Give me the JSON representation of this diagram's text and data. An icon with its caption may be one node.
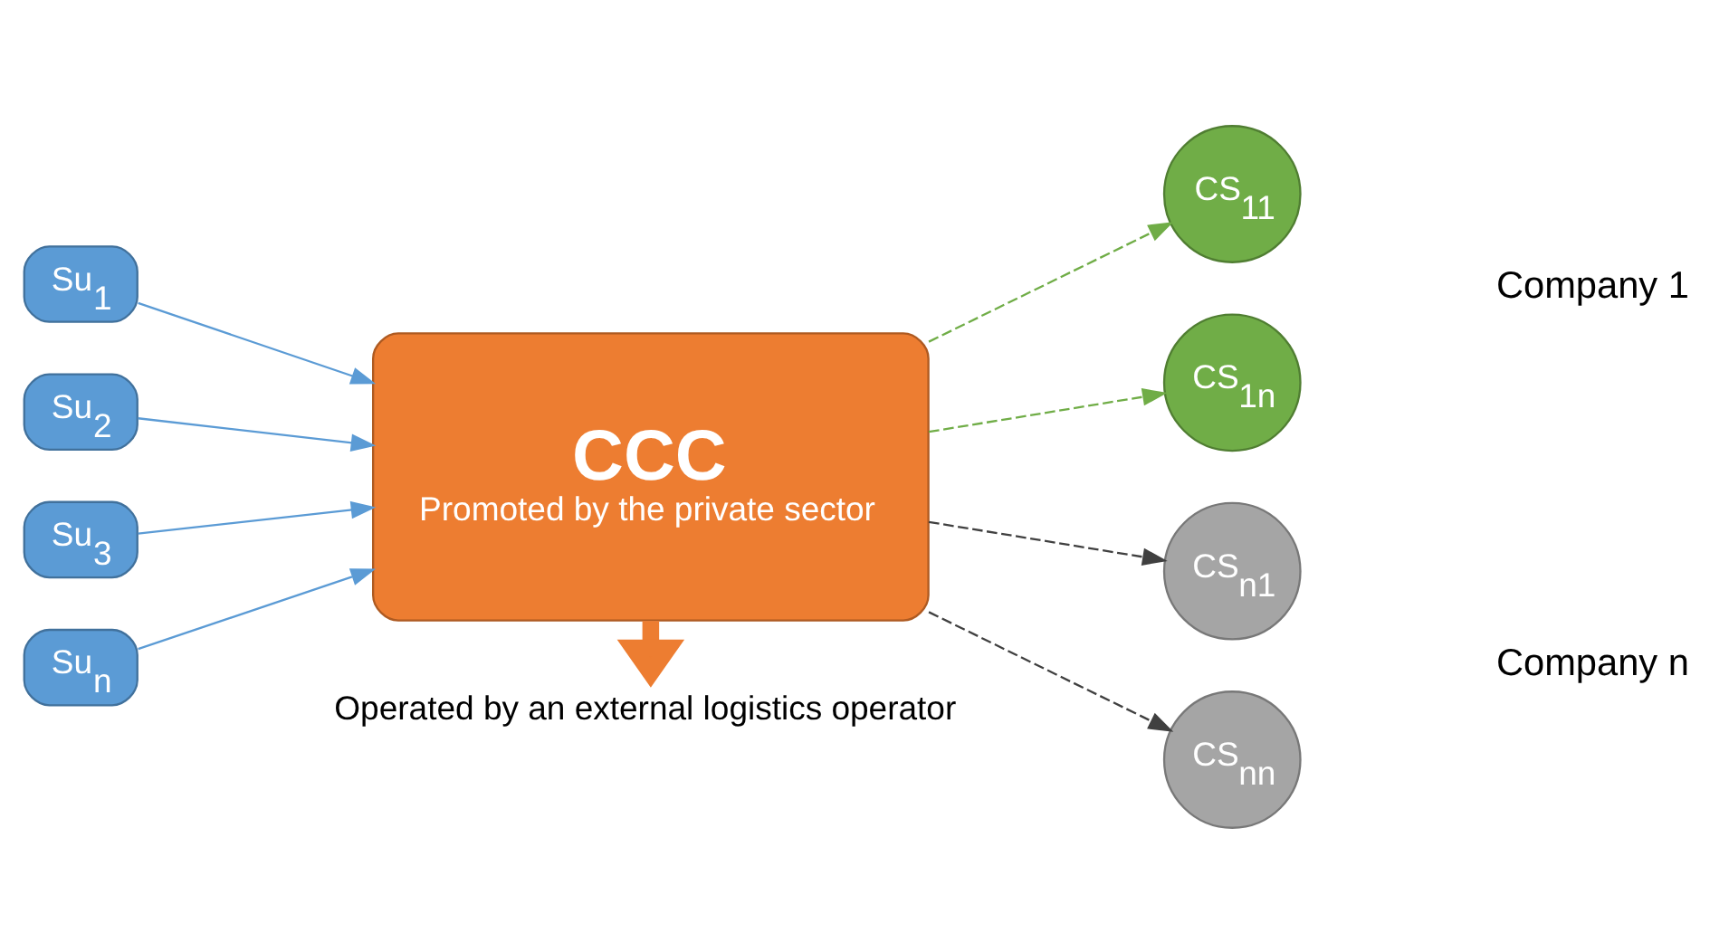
{
  "diagram": {
    "nodes": [
      {
        "text": [
          "Su$_{1}$"
        ]
      },
      {
        "text": [
          "Su$_{2}$"
        ]
      },
      {
        "text": [
          "Su$_{3}$"
        ]
      },
      {
        "text": [
          "Su$_{n}$"
        ]
      },
      {
        "text": [
          "CCC",
          "Promoted by the private sector"
        ]
      },
      {
        "text": [
          "CS$_{11}$"
        ]
      },
      {
        "text": [
          "CS$_{1n}$"
        ]
      },
      {
        "text": [
          "CS$_{n1}$"
        ]
      },
      {
        "text": [
          "CS$_{nn}$"
        ]
      },
      {
        "text": [
          "Operated by an external logistics operator"
        ]
      }
    ],
    "edges": [
      {
        "from": 0,
        "to": 4,
        "arrow": "to"
      },
      {
        "from": 1,
        "to": 4,
        "arrow": "to"
      },
      {
        "from": 2,
        "to": 4,
        "arrow": "to"
      },
      {
        "from": 3,
        "to": 4,
        "arrow": "to"
      },
      {
        "from": 4,
        "to": 5,
        "arrow": "to",
        "style": "dashed",
        "color": "#70ad47"
      },
      {
        "from": 4,
        "to": 6,
        "arrow": "to",
        "style": "dashed",
        "color": "#70ad47"
      },
      {
        "from": 4,
        "to": 7,
        "arrow": "to",
        "style": "dashed",
        "color": "#404040"
      },
      {
        "from": 4,
        "to": 8,
        "arrow": "to",
        "style": "dashed",
        "color": "#404040"
      },
      {
        "from": 4,
        "to": 9,
        "arrow": "to",
        "style": "thick",
        "color": "#ed7d31"
      }
    ],
    "labels": [
      "Company 1",
      "Company n"
    ]
  }
}
